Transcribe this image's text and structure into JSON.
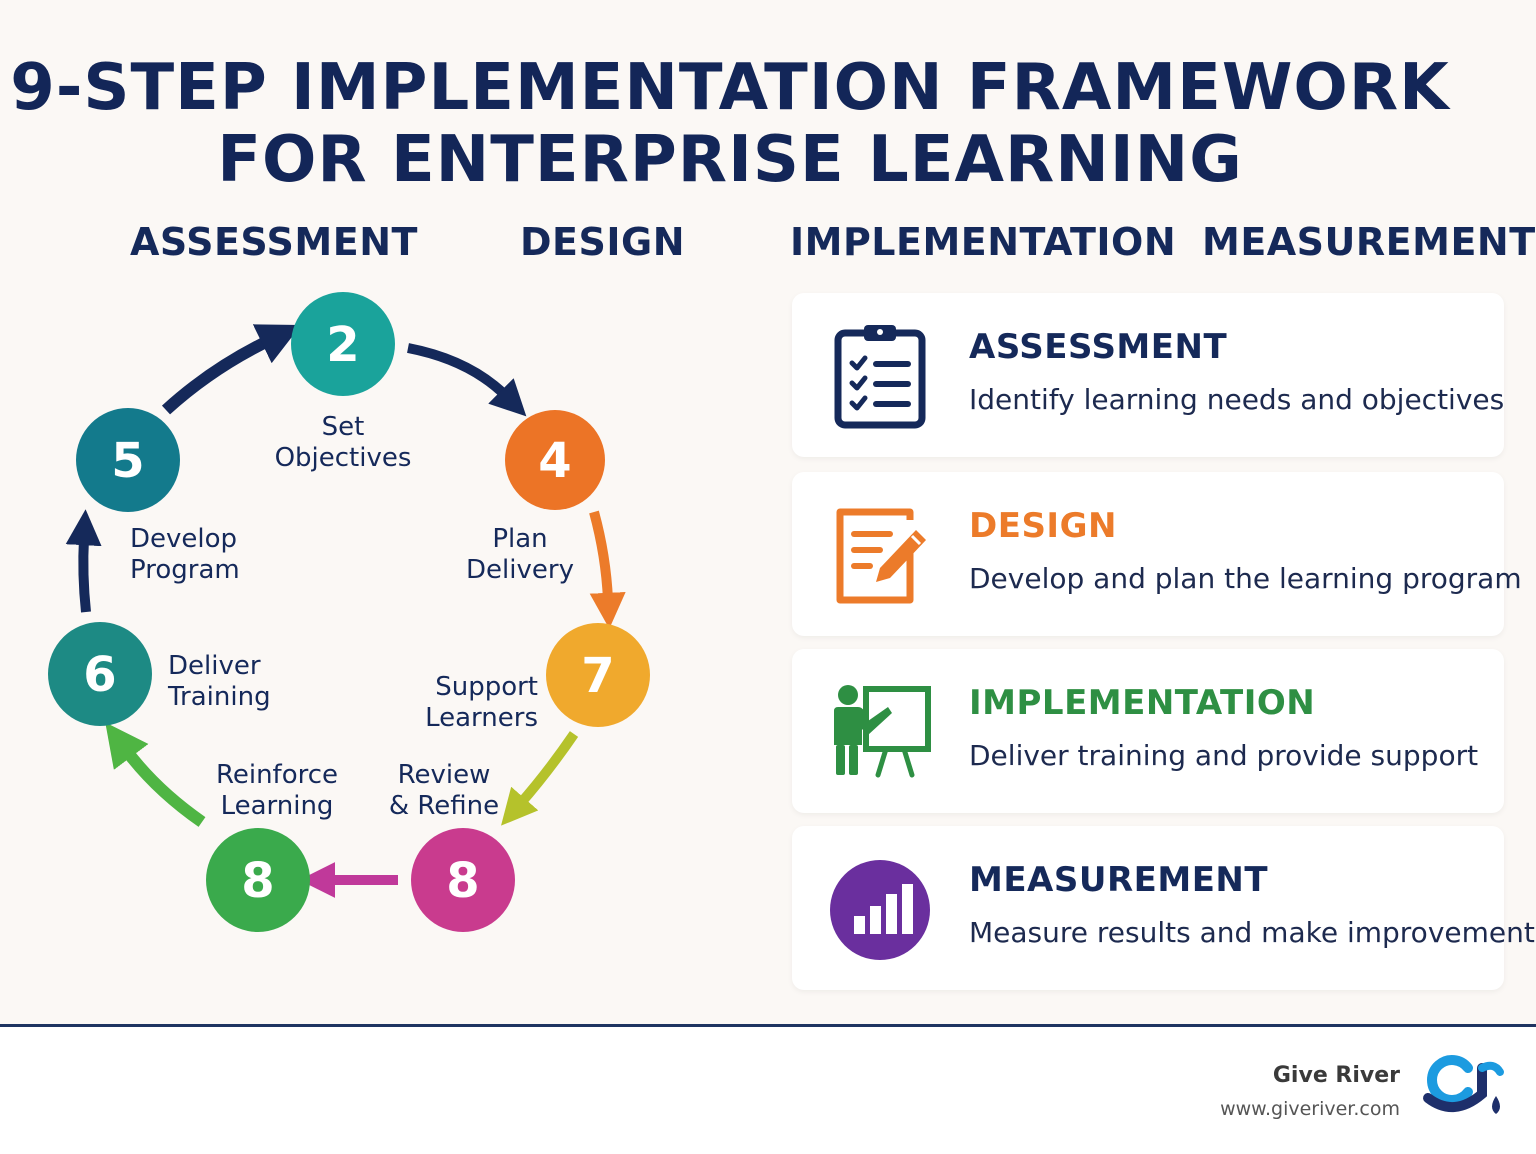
{
  "title": {
    "line1": "9-STEP IMPLEMENTATION FRAMEWORK",
    "line2": "FOR ENTERPRISE LEARNING"
  },
  "phases": [
    {
      "label": "ASSESSMENT",
      "color": "#15295a"
    },
    {
      "label": "DESIGN",
      "color": "#ec7b2a"
    },
    {
      "label": "IMPLEMENTATION",
      "color": "#2fa14c"
    },
    {
      "label": "MEASUREMENT",
      "color": "#5d2d93"
    }
  ],
  "cycle": {
    "steps": [
      {
        "number": "2",
        "label": [
          "Set",
          "Objectives"
        ],
        "color": "#1aa39b"
      },
      {
        "number": "4",
        "label": [
          "Plan",
          "Delivery"
        ],
        "color": "#ec7426"
      },
      {
        "number": "7",
        "label": [
          "Support",
          "Learners"
        ],
        "color": "#f0a92d"
      },
      {
        "number": "8",
        "label": [
          "Review",
          "& Refine"
        ],
        "color": "#c93b8e"
      },
      {
        "number": "8",
        "label": [
          "Reinforce",
          "Learning"
        ],
        "color": "#3aaa4c"
      },
      {
        "number": "6",
        "label": [
          "Deliver",
          "Training"
        ],
        "color": "#1d8a84"
      },
      {
        "number": "5",
        "label": [
          "Develop",
          "Program"
        ],
        "color": "#137a8c"
      }
    ],
    "arrow_colors": [
      "#15295a",
      "#ec7b2a",
      "#b5c22b",
      "#c0399a",
      "#4fb543",
      "#15295a",
      "#15295a"
    ]
  },
  "cards": [
    {
      "title": "ASSESSMENT",
      "description": "Identify learning needs and objectives",
      "color": "#15295a",
      "icon": "clipboard-checklist-icon"
    },
    {
      "title": "DESIGN",
      "description": "Develop and plan the learning program",
      "color": "#ec7b2a",
      "icon": "document-pencil-icon"
    },
    {
      "title": "IMPLEMENTATION",
      "description": "Deliver training and provide support",
      "color": "#2e8f43",
      "icon": "presenter-board-icon"
    },
    {
      "title": "MEASUREMENT",
      "description": "Measure results and make improvements",
      "color": "#6a2f9e",
      "icon": "bar-chart-circle-icon"
    }
  ],
  "footer": {
    "brand": "Give River",
    "url": "www.giveriver.com",
    "logo_icon": "give-river-logo-icon"
  }
}
